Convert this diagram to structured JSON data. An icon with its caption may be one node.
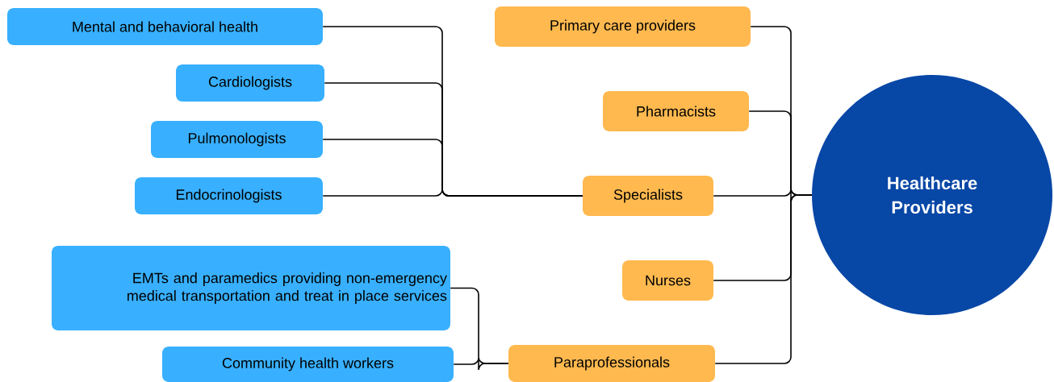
{
  "diagram": {
    "nodes": [
      {
        "text": [
          "Healthcare Providers"
        ]
      },
      {
        "text": [
          "Primary care providers"
        ]
      },
      {
        "text": [
          "Pharmacists"
        ]
      },
      {
        "text": [
          "Specialists"
        ]
      },
      {
        "text": [
          "Nurses"
        ]
      },
      {
        "text": [
          "Paraprofessionals"
        ]
      },
      {
        "text": [
          "Mental and behavioral health"
        ]
      },
      {
        "text": [
          "Cardiologists"
        ]
      },
      {
        "text": [
          "Pulmonologists"
        ]
      },
      {
        "text": [
          "Endocrinologists"
        ]
      },
      {
        "text": [
          "EMTs and paramedics providing non-emergency medical transportation and treat in place services"
        ]
      },
      {
        "text": [
          "Community health workers"
        ]
      }
    ],
    "edges": [
      {
        "from": 1,
        "to": 0,
        "arrow": "none"
      },
      {
        "from": 2,
        "to": 0,
        "arrow": "none"
      },
      {
        "from": 3,
        "to": 0,
        "arrow": "none"
      },
      {
        "from": 4,
        "to": 0,
        "arrow": "none"
      },
      {
        "from": 5,
        "to": 0,
        "arrow": "none"
      },
      {
        "from": 6,
        "to": 3,
        "arrow": "none"
      },
      {
        "from": 7,
        "to": 3,
        "arrow": "none"
      },
      {
        "from": 8,
        "to": 3,
        "arrow": "none"
      },
      {
        "from": 9,
        "to": 3,
        "arrow": "none"
      },
      {
        "from": 10,
        "to": 5,
        "arrow": "none"
      },
      {
        "from": 11,
        "to": 5,
        "arrow": "none"
      }
    ]
  }
}
